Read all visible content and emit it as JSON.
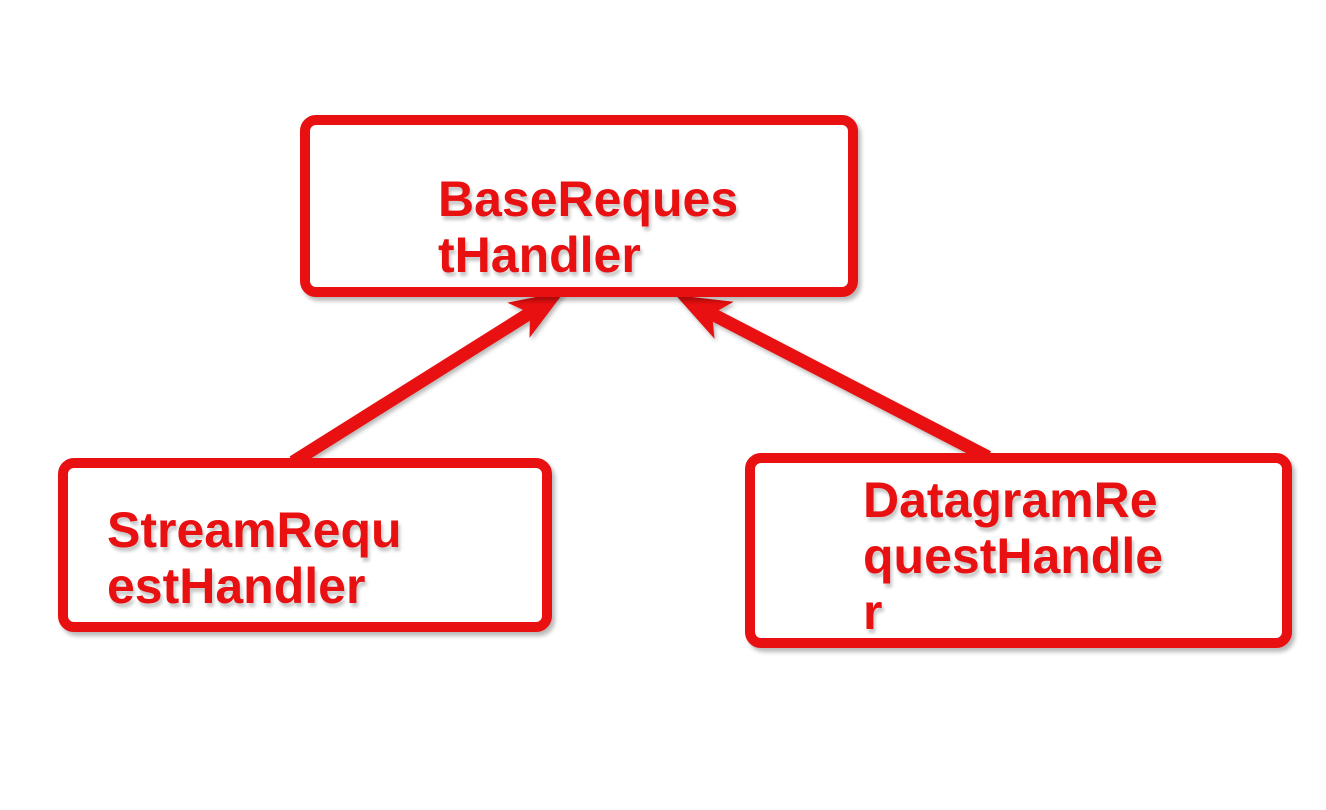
{
  "diagram": {
    "type": "class-inheritance",
    "colors": {
      "red": "#e81010",
      "bg": "#ffffff"
    },
    "nodes": [
      {
        "id": "base",
        "label": "BaseRequestHandler",
        "lines": [
          "BaseReques",
          "tHandler"
        ]
      },
      {
        "id": "stream",
        "label": "StreamRequestHandler",
        "lines": [
          "StreamRequ",
          "estHandler"
        ]
      },
      {
        "id": "datagram",
        "label": "DatagramRequestHandler",
        "lines": [
          "DatagramRe",
          "questHandle",
          "r"
        ]
      }
    ],
    "edges": [
      {
        "from": "StreamRequestHandler",
        "to": "BaseRequestHandler",
        "relation": "inherits"
      },
      {
        "from": "DatagramRequestHandler",
        "to": "BaseRequestHandler",
        "relation": "inherits"
      }
    ]
  }
}
